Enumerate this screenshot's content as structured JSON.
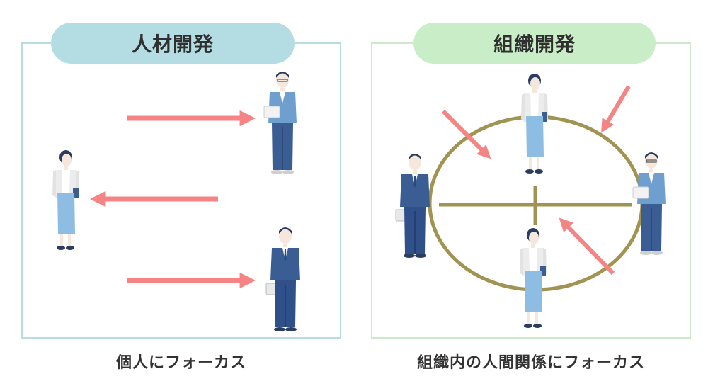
{
  "left_panel": {
    "title": "人材開発",
    "caption": "個人にフォーカス",
    "colors": {
      "pill": "#b3dde3",
      "frame": "#b7dde3"
    }
  },
  "right_panel": {
    "title": "組織開発",
    "caption": "組織内の人間関係にフォーカス",
    "colors": {
      "pill": "#c9edc6",
      "frame": "#cde9cb"
    }
  },
  "colors": {
    "arrow": "#f48584",
    "ellipse": "#a19352",
    "suit_navy": "#3a5d94",
    "shirt_blue": "#6f9fce",
    "light_blue": "#8dbde2",
    "hair": "#2b3d5e",
    "skin": "#f6e7dc"
  },
  "icons": [
    "person-icon",
    "arrow-icon",
    "relationship-ellipse-icon"
  ]
}
